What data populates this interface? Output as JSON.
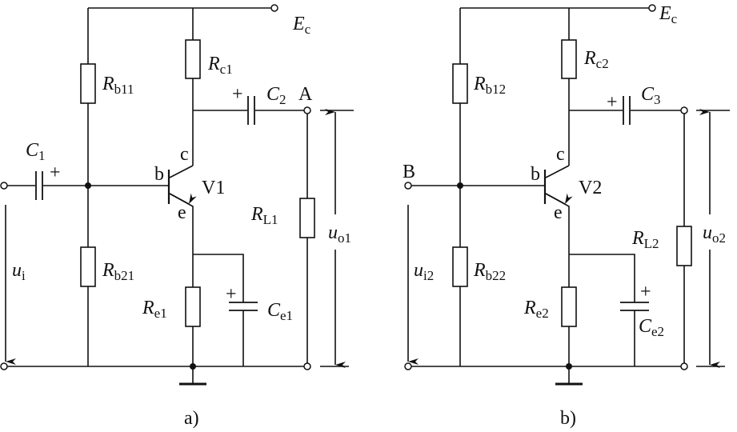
{
  "circuit_a": {
    "caption": "a)",
    "supply": {
      "main": "E",
      "sub": "c"
    },
    "Rb1": {
      "main": "R",
      "sub": "b11"
    },
    "Rb2": {
      "main": "R",
      "sub": "b21"
    },
    "Rc": {
      "main": "R",
      "sub": "c1"
    },
    "Re": {
      "main": "R",
      "sub": "e1"
    },
    "RL": {
      "main": "R",
      "sub": "L1"
    },
    "C_in": {
      "main": "C",
      "sub": "1"
    },
    "C_out": {
      "main": "C",
      "sub": "2"
    },
    "Ce": {
      "main": "C",
      "sub": "e1"
    },
    "node_label": "A",
    "transistor": "V1",
    "pins": {
      "b": "b",
      "c": "c",
      "e": "e"
    },
    "plus": "+",
    "u_in": {
      "main": "u",
      "sub": "i"
    },
    "u_out": {
      "main": "u",
      "sub": "o1"
    }
  },
  "circuit_b": {
    "caption": "b)",
    "supply": {
      "main": "E",
      "sub": "c"
    },
    "Rb1": {
      "main": "R",
      "sub": "b12"
    },
    "Rb2": {
      "main": "R",
      "sub": "b22"
    },
    "Rc": {
      "main": "R",
      "sub": "c2"
    },
    "Re": {
      "main": "R",
      "sub": "e2"
    },
    "RL": {
      "main": "R",
      "sub": "L2"
    },
    "C_out": {
      "main": "C",
      "sub": "3"
    },
    "Ce": {
      "main": "C",
      "sub": "e2"
    },
    "node_label": "B",
    "transistor": "V2",
    "pins": {
      "b": "b",
      "c": "c",
      "e": "e"
    },
    "plus": "+",
    "u_in": {
      "main": "u",
      "sub": "i2"
    },
    "u_out": {
      "main": "u",
      "sub": "o2"
    }
  }
}
